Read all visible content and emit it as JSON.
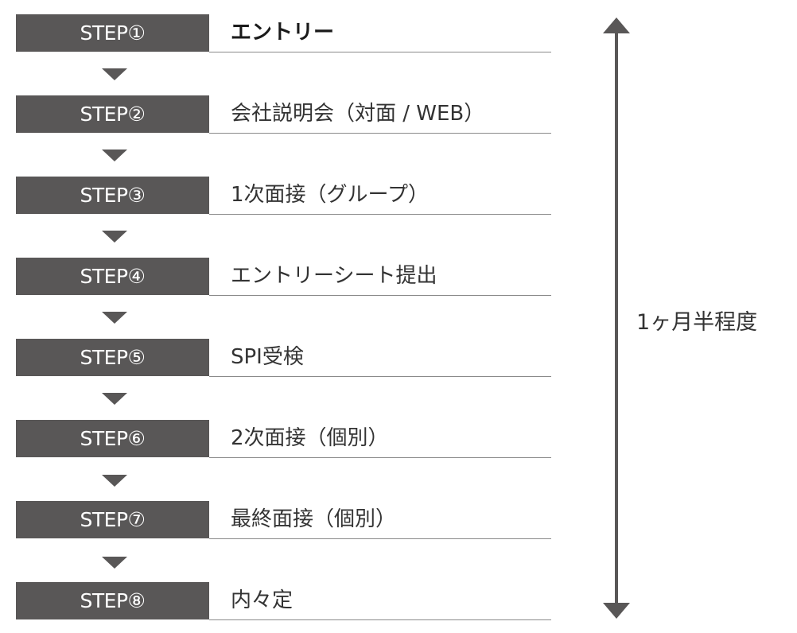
{
  "steps": [
    {
      "badge": "STEP①",
      "text": "エントリー",
      "emphasis": true
    },
    {
      "badge": "STEP②",
      "text": "会社説明会（対面 / WEB）",
      "emphasis": false
    },
    {
      "badge": "STEP③",
      "text": "1次面接（グループ）",
      "emphasis": false
    },
    {
      "badge": "STEP④",
      "text": "エントリーシート提出",
      "emphasis": false
    },
    {
      "badge": "STEP⑤",
      "text": "SPI受検",
      "emphasis": false
    },
    {
      "badge": "STEP⑥",
      "text": "2次面接（個別）",
      "emphasis": false
    },
    {
      "badge": "STEP⑦",
      "text": "最終面接（個別）",
      "emphasis": false
    },
    {
      "badge": "STEP⑧",
      "text": "内々定",
      "emphasis": false
    }
  ],
  "duration": {
    "label": "1ヶ月半程度"
  },
  "colors": {
    "badge_bg": "#595757",
    "badge_text": "#ffffff",
    "body_text": "#333333",
    "rule": "#8a8a8a",
    "arrow": "#595757"
  }
}
